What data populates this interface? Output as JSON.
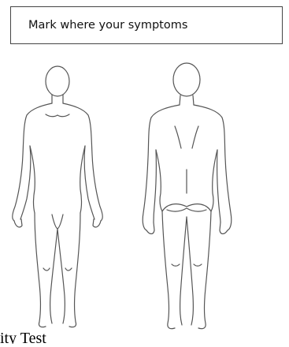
{
  "instruction": {
    "label": "Mark where your symptoms"
  },
  "figures": {
    "front_name": "body-front-outline",
    "back_name": "body-back-outline"
  },
  "footer": {
    "partial_text": "ity Test"
  }
}
